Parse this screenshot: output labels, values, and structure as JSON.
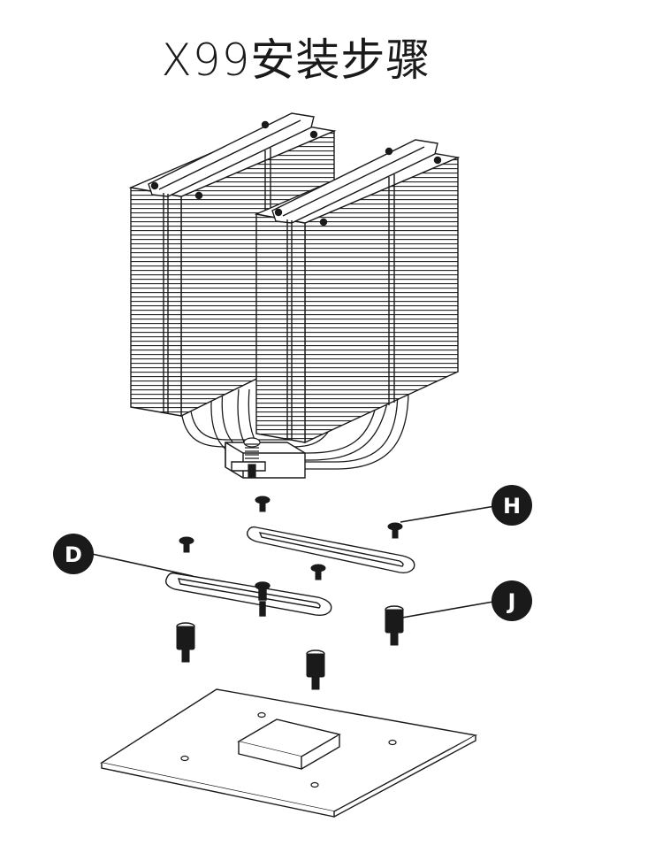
{
  "title": "X99安装步骤",
  "callouts": {
    "h": "H",
    "d": "D",
    "j": "J"
  },
  "colors": {
    "line": "#1a1a1a",
    "callout_fill": "#1a1a1a",
    "background": "#ffffff"
  }
}
